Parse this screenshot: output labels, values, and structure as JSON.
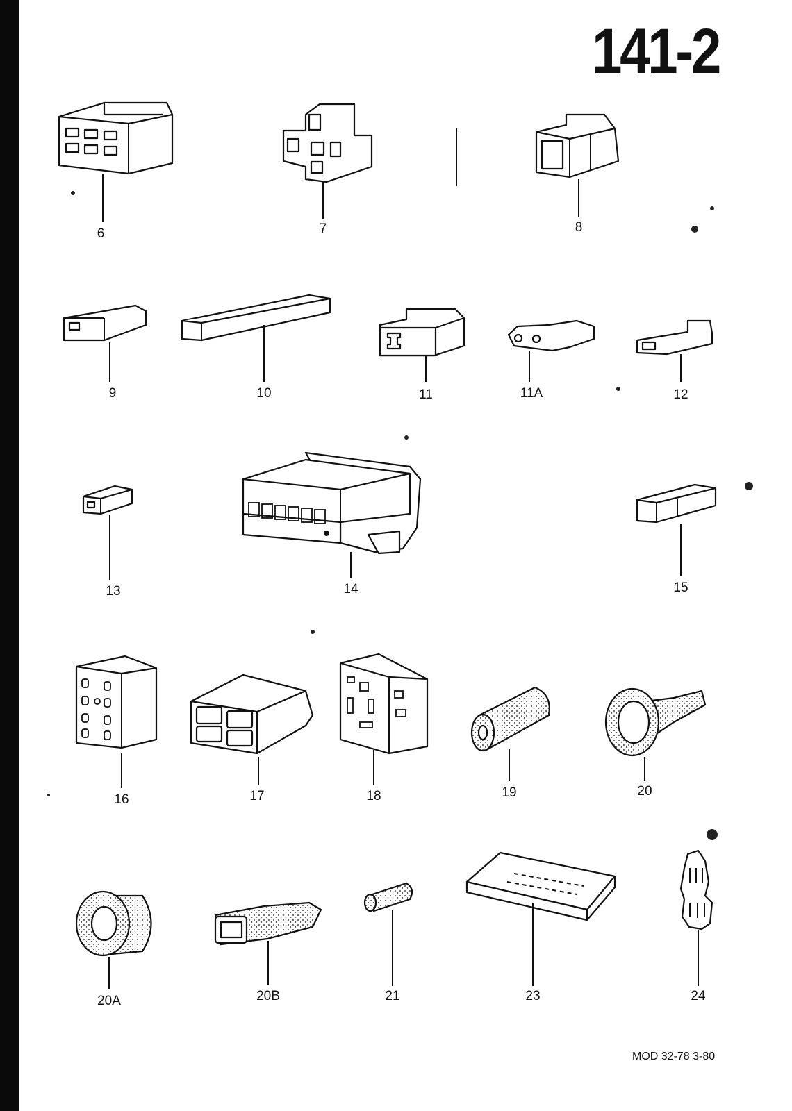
{
  "page_title": "141-2",
  "footer": "MOD 32-78 3-80",
  "parts": [
    {
      "id": "6"
    },
    {
      "id": "7"
    },
    {
      "id": "8"
    },
    {
      "id": "9"
    },
    {
      "id": "10"
    },
    {
      "id": "11"
    },
    {
      "id": "11A"
    },
    {
      "id": "12"
    },
    {
      "id": "13"
    },
    {
      "id": "14"
    },
    {
      "id": "15"
    },
    {
      "id": "16"
    },
    {
      "id": "17"
    },
    {
      "id": "18"
    },
    {
      "id": "19"
    },
    {
      "id": "20"
    },
    {
      "id": "20A"
    },
    {
      "id": "20B"
    },
    {
      "id": "21"
    },
    {
      "id": "23"
    },
    {
      "id": "24"
    }
  ]
}
